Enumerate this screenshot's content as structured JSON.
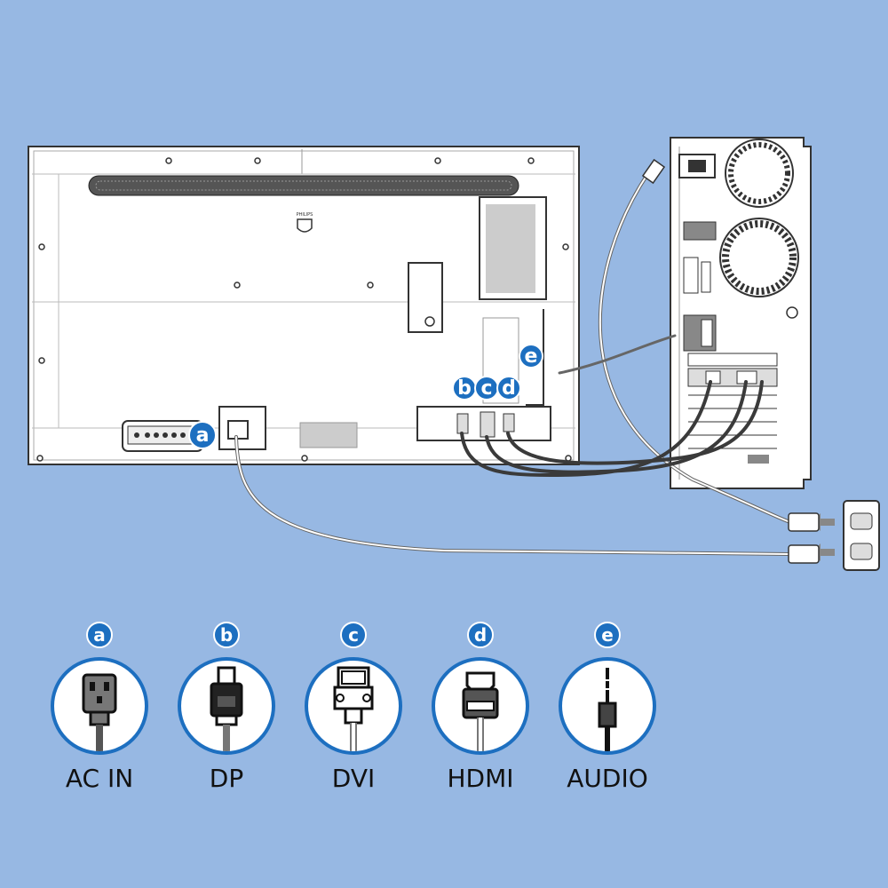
{
  "callouts": [
    "a",
    "b",
    "c",
    "d",
    "e"
  ],
  "monitor_logo": "PHILIPS",
  "connectors": [
    {
      "id": "a",
      "label": "AC IN",
      "icon": "ac-power-connector-icon"
    },
    {
      "id": "b",
      "label": "DP",
      "icon": "displayport-connector-icon"
    },
    {
      "id": "c",
      "label": "DVI",
      "icon": "dvi-connector-icon"
    },
    {
      "id": "d",
      "label": "HDMI",
      "icon": "hdmi-connector-icon"
    },
    {
      "id": "e",
      "label": "AUDIO",
      "icon": "audio-jack-icon"
    }
  ],
  "colors": {
    "background": "#97b8e3",
    "accent": "#1d6fc0",
    "cable": "#3a3a3a"
  }
}
